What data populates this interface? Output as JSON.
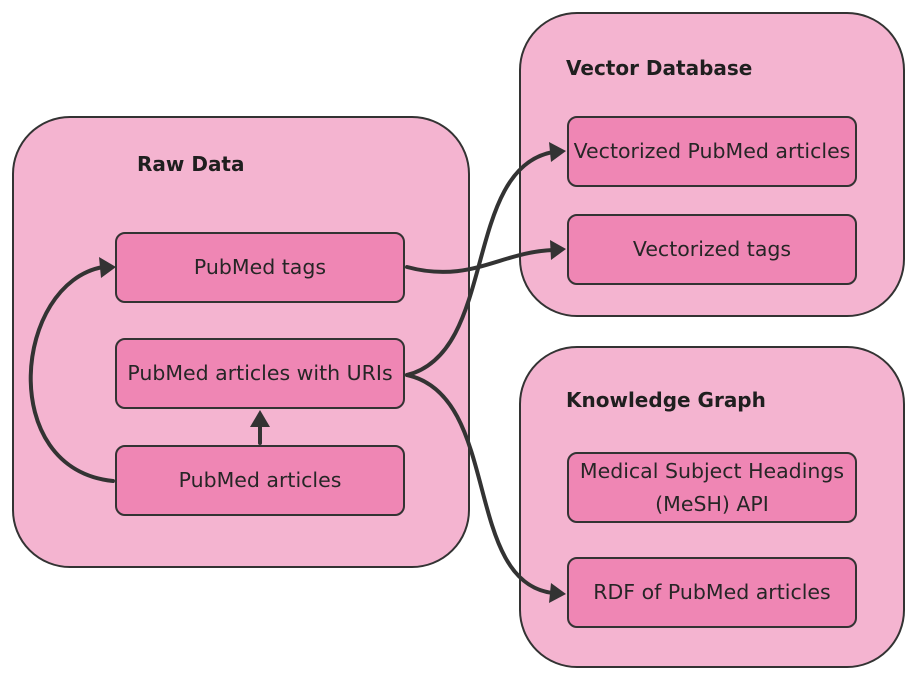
{
  "groups": {
    "raw_data": {
      "title": "Raw Data",
      "nodes": {
        "pubmed_tags": "PubMed tags",
        "pubmed_articles_with_uris": "PubMed articles with URIs",
        "pubmed_articles": "PubMed articles"
      }
    },
    "vector_database": {
      "title": "Vector Database",
      "nodes": {
        "vectorized_articles": "Vectorized PubMed articles",
        "vectorized_tags": "Vectorized tags"
      }
    },
    "knowledge_graph": {
      "title": "Knowledge Graph",
      "nodes": {
        "mesh_api": "Medical Subject Headings\n(MeSH) API",
        "rdf_articles": "RDF of PubMed articles"
      }
    }
  },
  "edges": [
    {
      "from": "pubmed_articles",
      "to": "pubmed_tags"
    },
    {
      "from": "pubmed_articles",
      "to": "pubmed_articles_with_uris"
    },
    {
      "from": "pubmed_tags",
      "to": "vectorized_tags"
    },
    {
      "from": "pubmed_articles_with_uris",
      "to": "vectorized_articles"
    },
    {
      "from": "pubmed_articles_with_uris",
      "to": "rdf_articles"
    }
  ],
  "colors": {
    "group_fill": "#f4b4d0",
    "node_fill": "#ef86b4",
    "stroke": "#333333"
  }
}
